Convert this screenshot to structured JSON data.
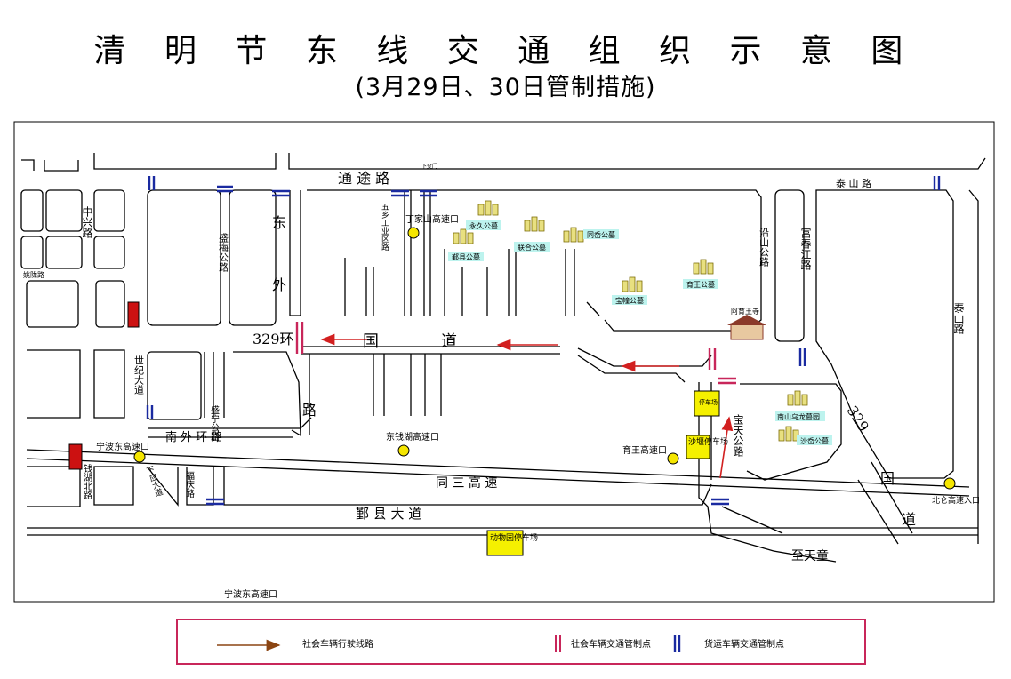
{
  "title": "清 明 节 东 线 交 通 组 织 示 意 图",
  "subtitle": "(3月29日、30日管制措施)",
  "colors": {
    "social_control": "#c8265a",
    "freight_control": "#1a2aa0",
    "route_arrow": "#d22020",
    "legend_arrow": "#8b4513",
    "cemetery_label_bg": "#bdf3ee",
    "parking_bg": "#f5f000",
    "parking_red": "#cc1111",
    "toll_yellow": "#f5e600"
  },
  "roads": {
    "tongtu": "通  途  路",
    "taishan_top": "泰   山   路",
    "dongwai": "东",
    "dongwai2": "外",
    "huan329": "329环",
    "guodao1": "国",
    "guodao2": "道",
    "lu_right": "路",
    "yanshan": "沿山公路",
    "fuchun": "富春江路",
    "taishan_right": "泰山路",
    "shengmei": "盛梅公路",
    "shiji": "世纪大道",
    "nanwai": "南  外  环  路",
    "shengning": "盛宁公路",
    "fuqing": "福庆路",
    "qianhu_north": "钱湖北路",
    "xiaying": "下应大道",
    "tongsan": "同  三  高  速",
    "yinxian": "鄞  县  大  道",
    "baotian": "宝天公路",
    "r329": "329",
    "guo": "国",
    "dao": "道",
    "zhitiantong": "至天童",
    "wuxiang": "五乡工业区路",
    "zhongxing": "中兴路",
    "yaolong": "姚陇路"
  },
  "places": {
    "dingjiashan_exit": "丁家山高速口",
    "dongqianhu_exit": "东钱湖高速口",
    "yuwang_exit": "育王高速口",
    "ningbo_east_exit": "宁波东高速口",
    "ningbo_east_exit2": "宁波东高速口",
    "beilun_exit": "北仑高速入口",
    "ayuwang_temple": "阿育王寺",
    "dingtoushan_tag": "下殳门"
  },
  "cemeteries": [
    "永久公墓",
    "联合公墓",
    "同岙公墓",
    "鄞县公墓",
    "育王公墓",
    "宝幢公墓",
    "南山乌龙墓园",
    "沙岙公墓"
  ],
  "parking": {
    "shayan": "沙堰停车场",
    "zoo": "动物园停车场",
    "small": "停车场"
  },
  "legend": {
    "route": "社会车辆行驶线路",
    "social_control": "社会车辆交通管制点",
    "freight_control": "货运车辆交通管制点"
  }
}
